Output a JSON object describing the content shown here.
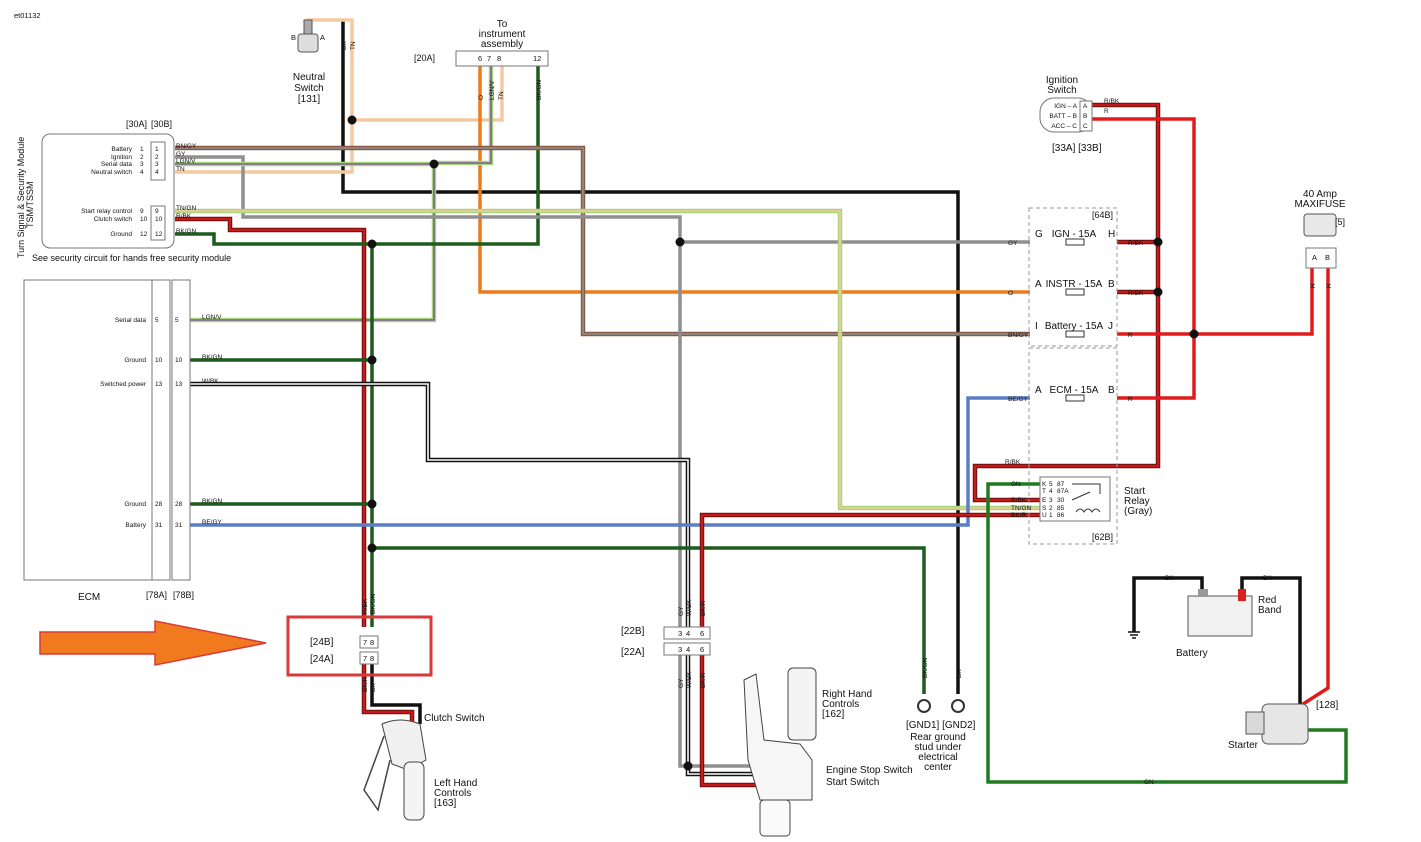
{
  "doc_id": "et01132",
  "colors": {
    "BK": "#111111",
    "TN": "#f5c9a0",
    "BN": "#8a5a44",
    "GY": "#8f8f8f",
    "V": "#7a5b98",
    "GN": "#1f7a1f",
    "DKGN": "#1c5c1c",
    "R": "#e11b1b",
    "DKR": "#7a1414",
    "O": "#ef7a1a",
    "LGN": "#a9d67a",
    "BE": "#5a7fc8",
    "W": "#ffffff",
    "highlight": "#d63a3a",
    "arrow": "#f27a1e"
  },
  "neutral_switch": {
    "title": "Neutral\nSwitch",
    "ref": "[131]",
    "pin_b": "B",
    "pin_a": "A",
    "wire_bk": "BK",
    "wire_tn": "TN"
  },
  "instrument": {
    "title": "To\ninstrument\nassembly",
    "conn": "[20A]",
    "pins": [
      "6",
      "7",
      "8",
      "12"
    ],
    "wires": [
      "O",
      "LGN/V",
      "TN",
      "BK/GN"
    ]
  },
  "tsm": {
    "title": "Turn Signal & Security Module\nTSM/TSSM",
    "conn_a": "[30A]",
    "conn_b": "[30B]",
    "note": "See security circuit for hands free security module",
    "rows": [
      {
        "label": "Battery",
        "pin": "1",
        "wire": "BN/GY"
      },
      {
        "label": "Ignition",
        "pin": "2",
        "wire": "GY"
      },
      {
        "label": "Serial data",
        "pin": "3",
        "wire": "LGN/V"
      },
      {
        "label": "Neutral switch",
        "pin": "4",
        "wire": "TN"
      },
      {
        "label": "Start relay control",
        "pin": "9",
        "wire": "TN/GN"
      },
      {
        "label": "Clutch switch",
        "pin": "10",
        "wire": "R/BK"
      },
      {
        "label": "Ground",
        "pin": "12",
        "wire": "BK/GN"
      }
    ]
  },
  "ecm": {
    "title": "ECM",
    "conn_a": "[78A]",
    "conn_b": "[78B]",
    "rows": [
      {
        "label": "Serial data",
        "pin": "5",
        "wire": "LGN/V"
      },
      {
        "label": "Ground",
        "pin": "10",
        "wire": "BK/GN"
      },
      {
        "label": "Switched power",
        "pin": "13",
        "wire": "W/BK"
      },
      {
        "label": "Ground",
        "pin": "28",
        "wire": "BK/GN"
      },
      {
        "label": "Battery",
        "pin": "31",
        "wire": "BE/GY"
      }
    ]
  },
  "ignition_switch": {
    "title": "Ignition\nSwitch",
    "conn": "[33A] [33B]",
    "rows": [
      {
        "label": "IGN – A",
        "pin": "A",
        "wire": "R/BK"
      },
      {
        "label": "BATT – B",
        "pin": "B",
        "wire": "R"
      },
      {
        "label": "ACC – C",
        "pin": "C",
        "wire": ""
      }
    ]
  },
  "maxifuse": {
    "title": "40 Amp\nMAXIFUSE",
    "conn": "[5]",
    "pins": [
      "A",
      "B"
    ],
    "wires": [
      "R",
      "R"
    ]
  },
  "fuse_block": {
    "conn_top": "[64B]",
    "conn_bottom": "[62B]",
    "fuses": [
      {
        "in_wire": "GY",
        "in_pin": "G",
        "name": "IGN - 15A",
        "out_pin": "H",
        "out_wire": "R/BK"
      },
      {
        "in_wire": "O",
        "in_pin": "A",
        "name": "INSTR - 15A",
        "out_pin": "B",
        "out_wire": "R/BK"
      },
      {
        "in_wire": "BN/GY",
        "in_pin": "I",
        "name": "Battery - 15A",
        "out_pin": "J",
        "out_wire": "R"
      },
      {
        "in_wire": "BE/GY",
        "in_pin": "A",
        "name": "ECM - 15A",
        "out_pin": "B",
        "out_wire": "R"
      }
    ]
  },
  "start_relay": {
    "title": "Start\nRelay\n(Gray)",
    "rows": [
      {
        "wire": "R/BK",
        "pin": "",
        "num": ""
      },
      {
        "wire": "GN",
        "pin": "K",
        "num": "5",
        "term": "87"
      },
      {
        "wire": "",
        "pin": "T",
        "num": "4",
        "term": "87A"
      },
      {
        "wire": "R/BK",
        "pin": "E",
        "num": "3",
        "term": "30"
      },
      {
        "wire": "TN/GN",
        "pin": "S",
        "num": "2",
        "term": "85"
      },
      {
        "wire": "BK/R",
        "pin": "U",
        "num": "1",
        "term": "86"
      }
    ]
  },
  "battery": {
    "title": "Battery",
    "wire_neg": "BK",
    "wire_pos": "BK",
    "red_band": "Red\nBand"
  },
  "starter": {
    "title": "Starter",
    "conn": "[128]"
  },
  "ground": {
    "wires": [
      "BK/GN",
      "BK"
    ],
    "refs": "[GND1] [GND2]",
    "caption": "Rear ground\nstud under\nelectrical\ncenter"
  },
  "bottom_wire_gn": "GN",
  "left_hand": {
    "conn_top": "[24B]",
    "conn_bottom": "[24A]",
    "pins": [
      "7",
      "8"
    ],
    "top_wires": [
      "R/BK",
      "BK/GN"
    ],
    "bottom_wires": [
      "BK/R",
      "BK"
    ],
    "switch": "Clutch Switch",
    "title": "Left Hand\nControls",
    "ref": "[163]"
  },
  "right_hand": {
    "conn_top": "[22B]",
    "conn_bottom": "[22A]",
    "pins": [
      "3",
      "4",
      "6"
    ],
    "top_wires": [
      "GY",
      "W/BK",
      "BK/R"
    ],
    "bottom_wires": [
      "GY",
      "W/BK",
      "BK/R"
    ],
    "title": "Right Hand\nControls",
    "ref": "[162]",
    "engine_stop": "Engine Stop Switch",
    "start_switch": "Start Switch"
  }
}
